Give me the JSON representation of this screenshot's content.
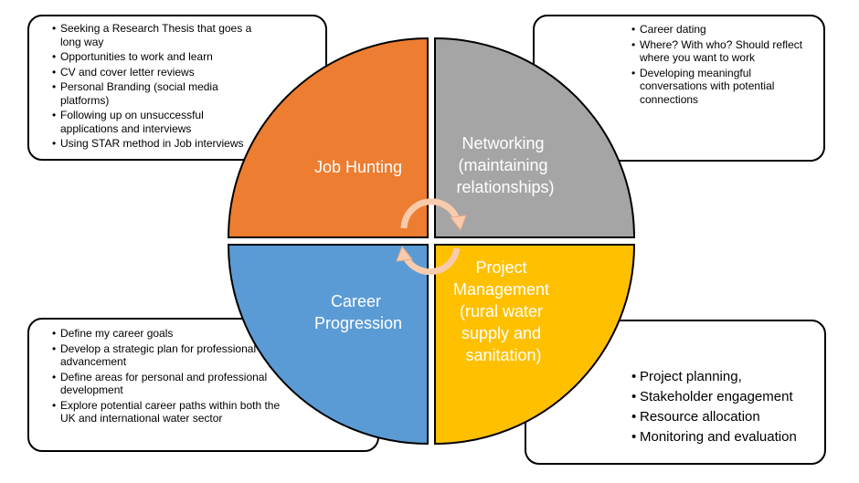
{
  "quadrants": {
    "job_hunting": {
      "lines": [
        "Job Hunting"
      ],
      "color": "#ED7D31"
    },
    "networking": {
      "lines": [
        "Networking",
        "(maintaining",
        "relationships)"
      ],
      "color": "#A5A5A5"
    },
    "career_progression": {
      "lines": [
        "Career",
        "Progression"
      ],
      "color": "#5B9BD5"
    },
    "project_management": {
      "lines": [
        "Project",
        "Management",
        "(rural water",
        "supply and",
        "sanitation)"
      ],
      "color": "#FFC000"
    }
  },
  "boxes": {
    "job_hunting": [
      "Seeking a Research Thesis that goes a long way",
      "Opportunities to work and learn",
      "CV and cover letter reviews",
      "Personal Branding (social media platforms)",
      "Following up on unsuccessful applications and interviews",
      "Using STAR method in Job interviews"
    ],
    "networking": [
      "Career dating",
      "Where? With  who? Should reflect where you want to work",
      "Developing meaningful conversations with potential connections"
    ],
    "career_progression": [
      "Define my career goals",
      "Develop a strategic plan for professional advancement",
      " Define areas for personal and professional development",
      "Explore potential career paths within both the UK and international water sector"
    ],
    "project_management": [
      "Project planning,",
      "Stakeholder engagement",
      "Resource allocation",
      "Monitoring and evaluation"
    ]
  },
  "arrow_color": "#F8CBAD"
}
